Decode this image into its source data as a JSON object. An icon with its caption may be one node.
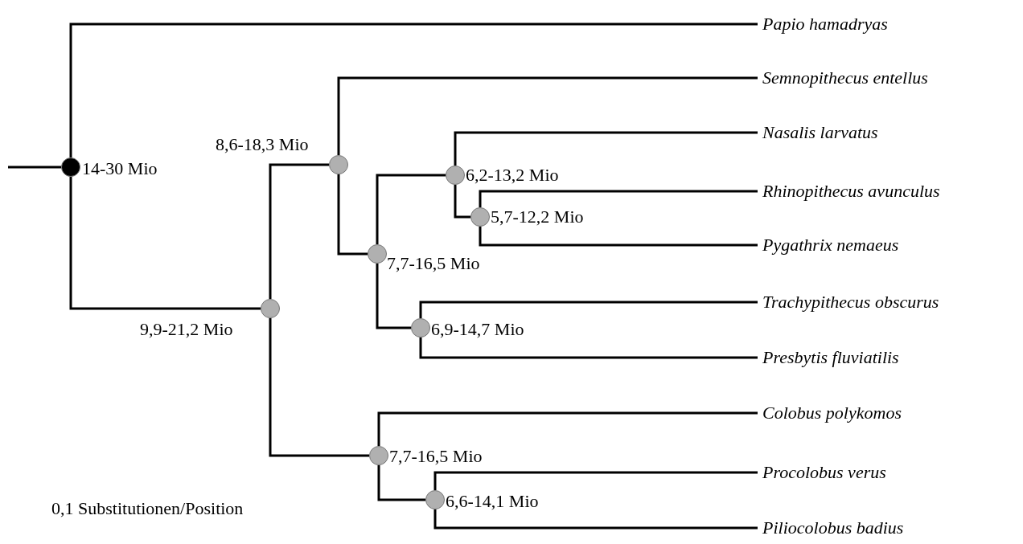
{
  "diagram": {
    "nodes": [
      {
        "text": [],
        "shape": "circle",
        "beside": [
          "14-30 Mio"
        ]
      },
      {
        "text": [
          "Papio hamadryas"
        ]
      },
      {
        "text": [],
        "shape": "circle",
        "beside": [
          "9,9-21,2 Mio"
        ]
      },
      {
        "text": [],
        "shape": "circle",
        "beside": [
          "8,6-18,3 Mio"
        ]
      },
      {
        "text": [
          "Semnopithecus entellus"
        ]
      },
      {
        "text": [],
        "shape": "circle",
        "beside": [
          "7,7-16,5 Mio"
        ]
      },
      {
        "text": [],
        "shape": "circle",
        "beside": [
          "6,2-13,2 Mio"
        ]
      },
      {
        "text": [
          "Nasalis larvatus"
        ]
      },
      {
        "text": [],
        "shape": "circle",
        "beside": [
          "5,7-12,2 Mio"
        ]
      },
      {
        "text": [
          "Rhinopithecus avunculus"
        ]
      },
      {
        "text": [
          "Pygathrix nemaeus"
        ]
      },
      {
        "text": [],
        "shape": "circle",
        "beside": [
          "6,9-14,7 Mio"
        ]
      },
      {
        "text": [
          "Trachypithecus obscurus"
        ]
      },
      {
        "text": [
          "Presbytis fluviatilis"
        ]
      },
      {
        "text": [],
        "shape": "circle",
        "beside": [
          "7,7-16,5 Mio"
        ]
      },
      {
        "text": [
          "Colobus polykomos"
        ]
      },
      {
        "text": [],
        "shape": "circle",
        "beside": [
          "6,6-14,1 Mio"
        ]
      },
      {
        "text": [
          "Procolobus verus"
        ]
      },
      {
        "text": [
          "Piliocolobus badius"
        ]
      }
    ],
    "edges": [
      {
        "from": null,
        "to": 0,
        "arrow": "none"
      },
      {
        "from": 0,
        "to": 1,
        "arrow": "none"
      },
      {
        "from": 0,
        "to": 2,
        "arrow": "none"
      },
      {
        "from": 2,
        "to": 3,
        "arrow": "none"
      },
      {
        "from": 2,
        "to": 14,
        "arrow": "none"
      },
      {
        "from": 3,
        "to": 4,
        "arrow": "none"
      },
      {
        "from": 3,
        "to": 5,
        "arrow": "none"
      },
      {
        "from": 5,
        "to": 6,
        "arrow": "none"
      },
      {
        "from": 5,
        "to": 11,
        "arrow": "none"
      },
      {
        "from": 6,
        "to": 7,
        "arrow": "none"
      },
      {
        "from": 6,
        "to": 8,
        "arrow": "none"
      },
      {
        "from": 8,
        "to": 9,
        "arrow": "none"
      },
      {
        "from": 8,
        "to": 10,
        "arrow": "none"
      },
      {
        "from": 11,
        "to": 12,
        "arrow": "none"
      },
      {
        "from": 11,
        "to": 13,
        "arrow": "none"
      },
      {
        "from": 14,
        "to": 15,
        "arrow": "none"
      },
      {
        "from": 14,
        "to": 16,
        "arrow": "none"
      },
      {
        "from": 16,
        "to": 17,
        "arrow": "none"
      },
      {
        "from": 16,
        "to": 18,
        "arrow": "none"
      }
    ],
    "labels": [
      "0,1 Substitutionen/Position"
    ]
  }
}
